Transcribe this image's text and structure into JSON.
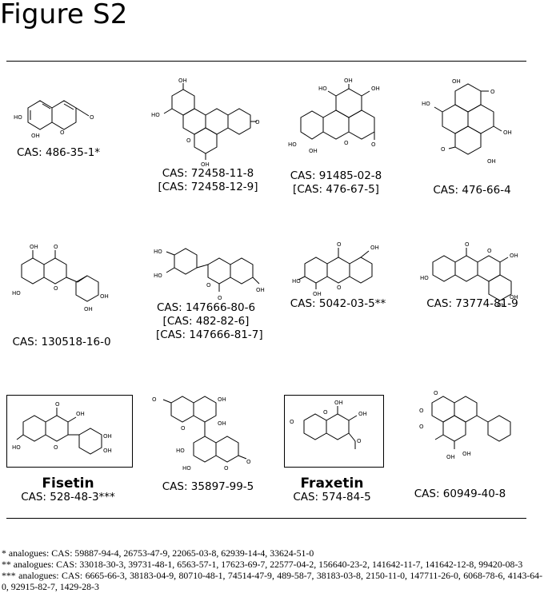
{
  "figure_title": "Figure S2",
  "compounds": [
    {
      "cas": "CAS: 486-35-1*",
      "bracket": []
    },
    {
      "cas": "CAS: 72458-11-8",
      "bracket": [
        "[CAS: 72458-12-9]"
      ]
    },
    {
      "cas": "CAS: 91485-02-8",
      "bracket": [
        "[CAS: 476-67-5]"
      ]
    },
    {
      "cas": "CAS: 476-66-4",
      "bracket": []
    },
    {
      "cas": "CAS: 130518-16-0",
      "bracket": []
    },
    {
      "cas": "CAS: 147666-80-6",
      "bracket": [
        "[CAS: 482-82-6]",
        "[CAS: 147666-81-7]"
      ]
    },
    {
      "cas": "CAS: 5042-03-5**",
      "bracket": []
    },
    {
      "cas": "CAS: 73774-81-9",
      "bracket": []
    },
    {
      "name": "Fisetin",
      "cas": "CAS: 528-48-3***",
      "bracket": []
    },
    {
      "cas": "CAS: 35897-99-5",
      "bracket": []
    },
    {
      "name": "Fraxetin",
      "cas": "CAS: 574-84-5",
      "bracket": []
    },
    {
      "cas": "CAS: 60949-40-8",
      "bracket": []
    }
  ],
  "atom_labels": {
    "oh": "OH",
    "ho": "HO",
    "o": "O"
  },
  "footnotes": [
    "* analogues: CAS: 59887-94-4, 26753-47-9, 22065-03-8, 62939-14-4, 33624-51-0",
    "** analogues: CAS: 33018-30-3, 39731-48-1, 6563-57-1, 17623-69-7, 22577-04-2, 156640-23-2, 141642-11-7, 141642-12-8, 99420-08-3",
    "*** analogues: CAS: 6665-66-3, 38183-04-9, 80710-48-1, 74514-47-9, 489-58-7, 38183-03-8, 2150-11-0, 147711-26-0, 6068-78-6, 4143-64-0, 92915-82-7, 1429-28-3"
  ]
}
